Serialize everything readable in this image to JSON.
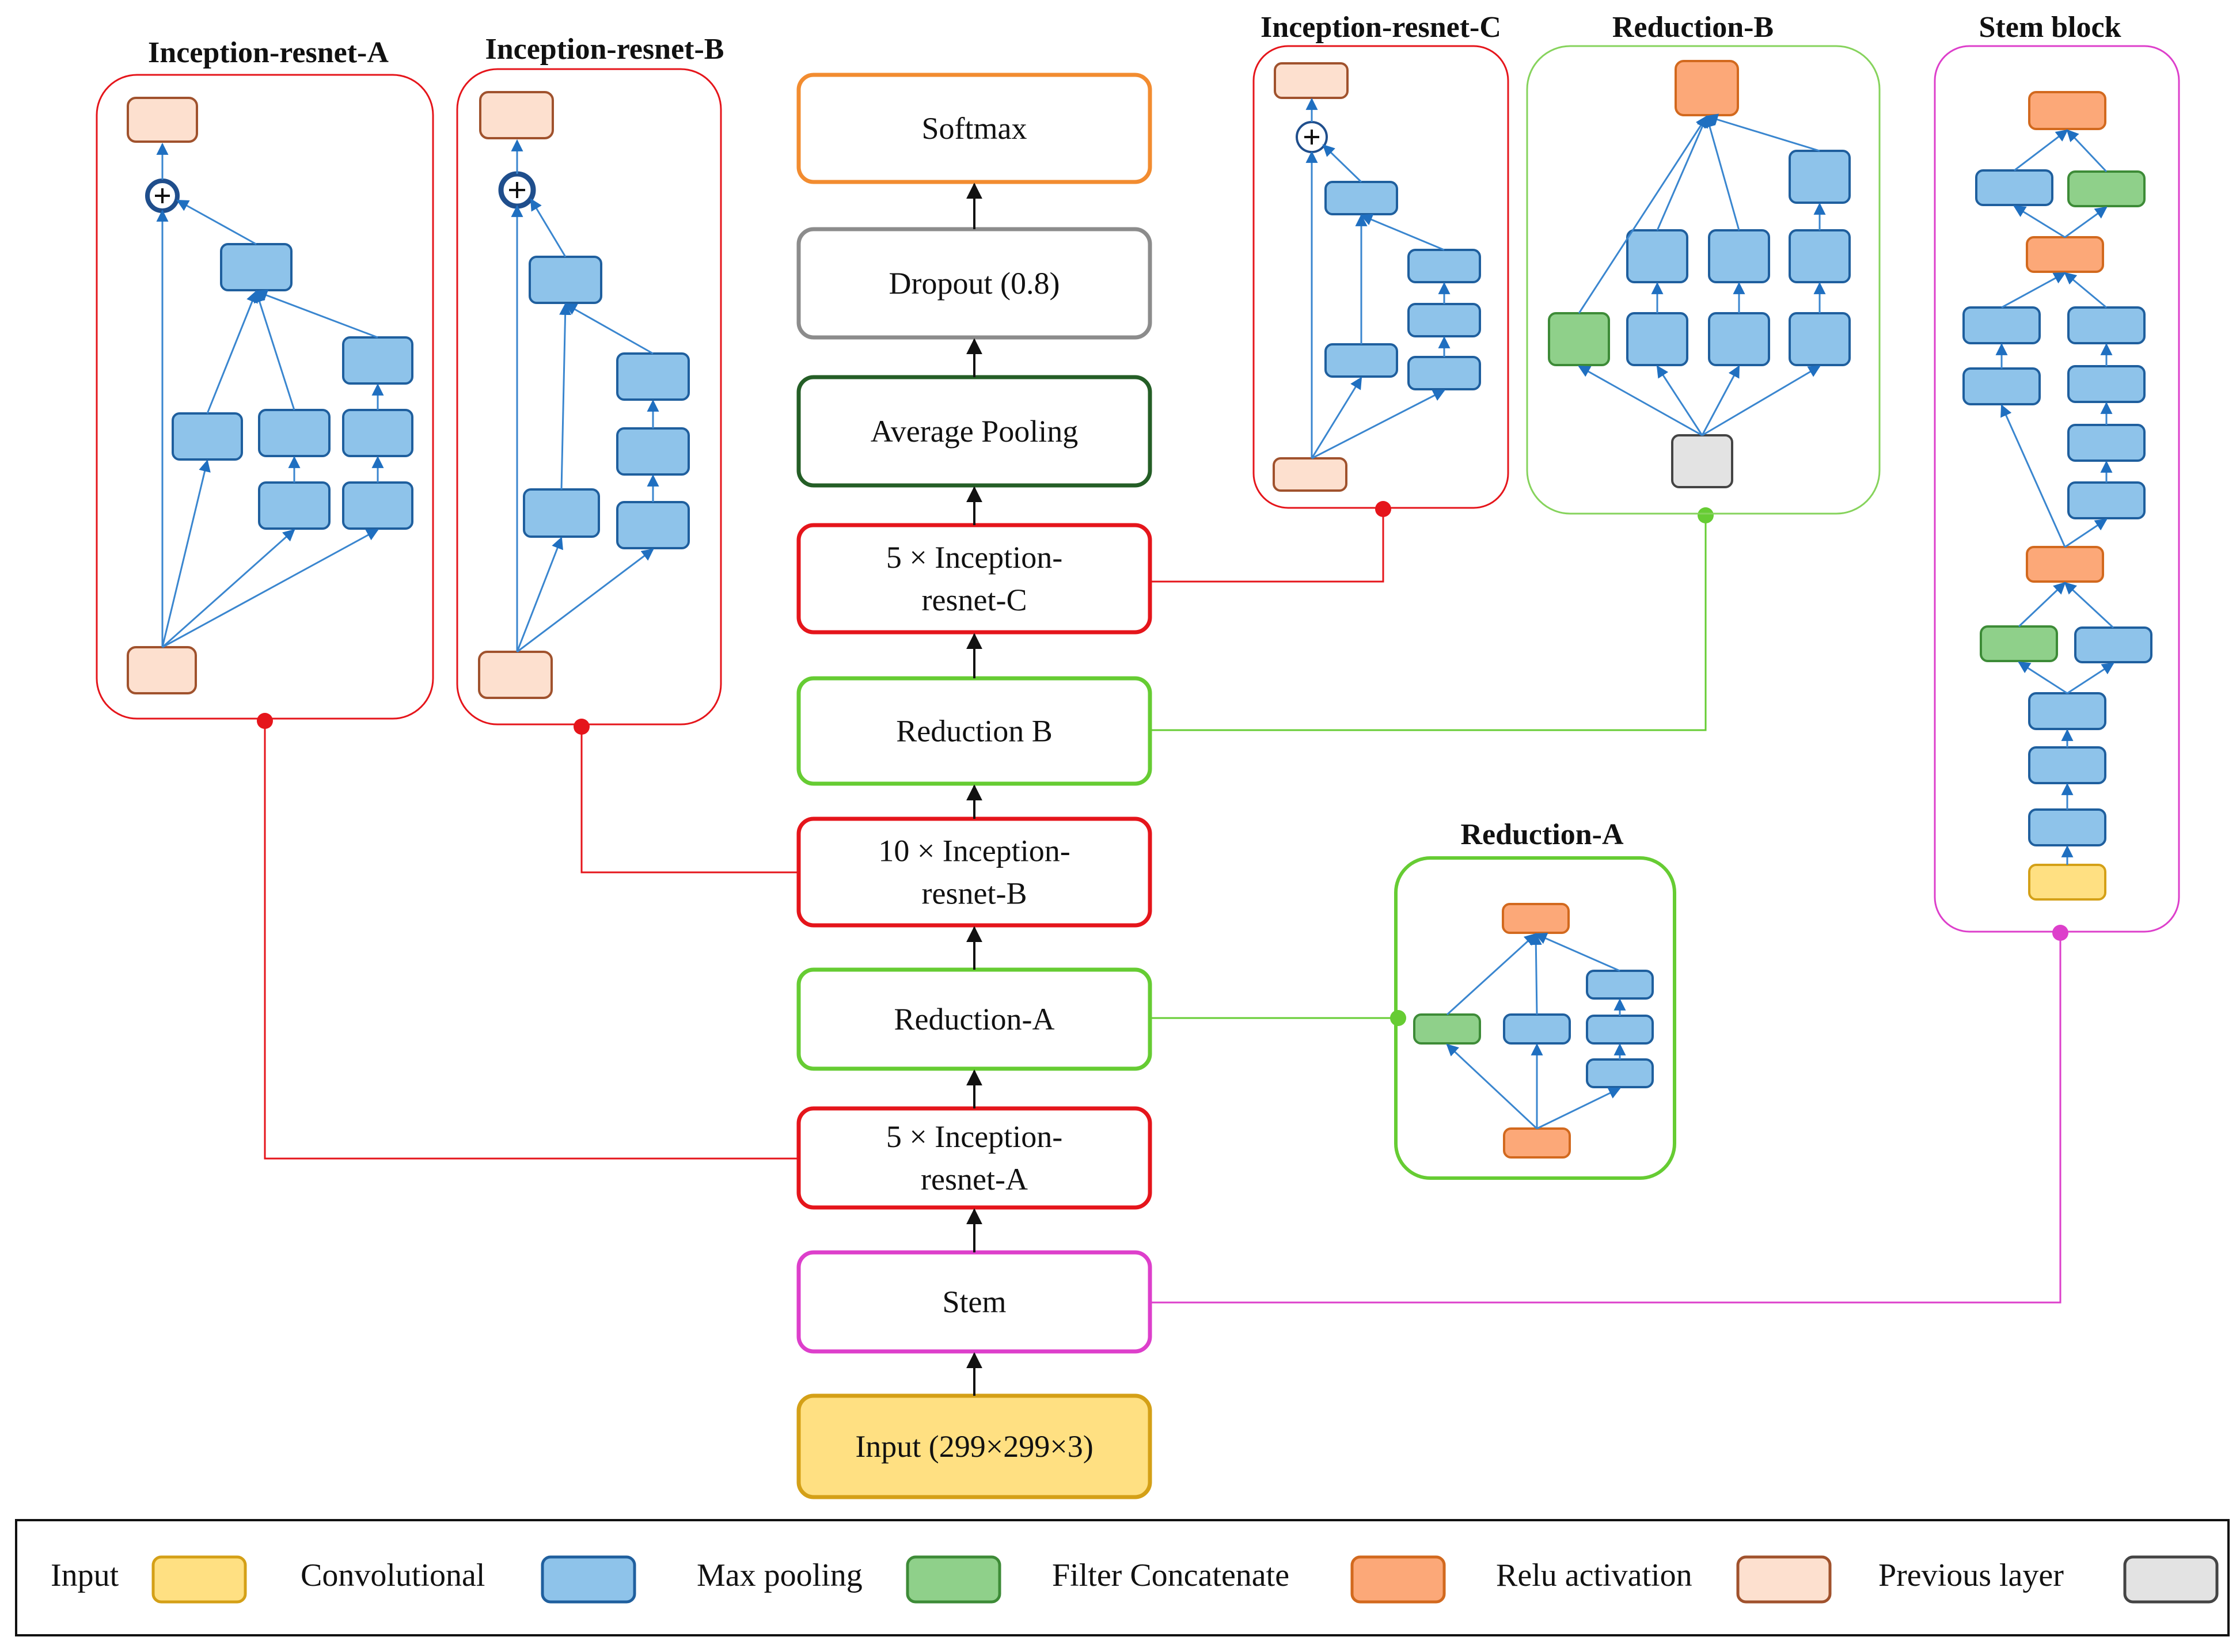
{
  "colors": {
    "input_fill": "#FFE082",
    "input_stroke": "#D4A017",
    "conv_fill": "#8EC3EA",
    "conv_stroke": "#1F5F9E",
    "maxpool_fill": "#8FD08A",
    "maxpool_stroke": "#3D8B37",
    "concat_fill": "#FCA878",
    "concat_stroke": "#D2691E",
    "relu_fill": "#FDE0CF",
    "relu_stroke": "#A0522D",
    "prev_fill": "#E3E3E3",
    "prev_stroke": "#444444",
    "arrow_blue": "#3A86CF",
    "red": "#E5151B",
    "green": "#66CC33",
    "pink": "#DD3FCB",
    "orange": "#F28C30",
    "gray": "#8C8C8C",
    "dark_green": "#245E26"
  },
  "main_blocks": [
    {
      "id": "softmax",
      "lines": [
        "Softmax"
      ],
      "color": "orange"
    },
    {
      "id": "dropout",
      "lines": [
        "Dropout (0.8)"
      ],
      "color": "gray"
    },
    {
      "id": "avgpool",
      "lines": [
        "Average Pooling"
      ],
      "color": "dark_green"
    },
    {
      "id": "inc-c",
      "lines": [
        "5 × Inception-",
        "resnet-C"
      ],
      "color": "red"
    },
    {
      "id": "red-b",
      "lines": [
        "Reduction B"
      ],
      "color": "green"
    },
    {
      "id": "inc-b",
      "lines": [
        "10 × Inception-",
        "resnet-B"
      ],
      "color": "red"
    },
    {
      "id": "red-a",
      "lines": [
        "Reduction-A"
      ],
      "color": "green"
    },
    {
      "id": "inc-a",
      "lines": [
        "5 × Inception-",
        "resnet-A"
      ],
      "color": "red"
    },
    {
      "id": "stem",
      "lines": [
        "Stem"
      ],
      "color": "pink"
    },
    {
      "id": "input",
      "lines": [
        "Input (299×299×3)"
      ],
      "color": "input"
    }
  ],
  "panels": {
    "inception_a": {
      "title": "Inception-resnet-A"
    },
    "inception_b": {
      "title": "Inception-resnet-B"
    },
    "inception_c": {
      "title": "Inception-resnet-C"
    },
    "reduction_b": {
      "title": "Reduction-B"
    },
    "stem_block": {
      "title": "Stem block"
    },
    "reduction_a": {
      "title": "Reduction-A"
    }
  },
  "legend": [
    {
      "label": "Input",
      "type": "input"
    },
    {
      "label": "Convolutional",
      "type": "conv"
    },
    {
      "label": "Max pooling",
      "type": "maxpool"
    },
    {
      "label": "Filter Concatenate",
      "type": "concat"
    },
    {
      "label": "Relu activation",
      "type": "relu"
    },
    {
      "label": "Previous layer",
      "type": "prev"
    }
  ]
}
